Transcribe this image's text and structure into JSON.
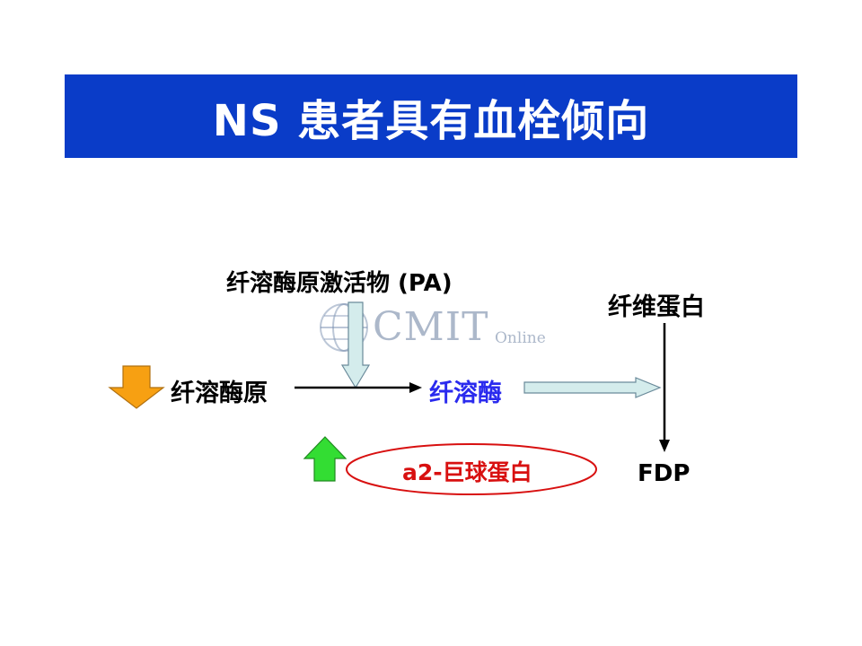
{
  "title": "NS 患者具有血栓倾向",
  "nodes": {
    "pa": "纤溶酶原激活物 (PA)",
    "plasminogen": "纤溶酶原",
    "plasmin": "纤溶酶",
    "fibrin": "纤维蛋白",
    "fdp": "FDP",
    "a2": "a2-巨球蛋白"
  },
  "watermark": {
    "main": "CMIT",
    "sub": "Online"
  },
  "colors": {
    "title_bg": "#0a3cc8",
    "down_arrow": "#f7a012",
    "up_arrow": "#33dd33",
    "flow_arrow": "#d4ecec",
    "plasmin_text": "#2a2aee",
    "a2_text": "#d81010"
  }
}
